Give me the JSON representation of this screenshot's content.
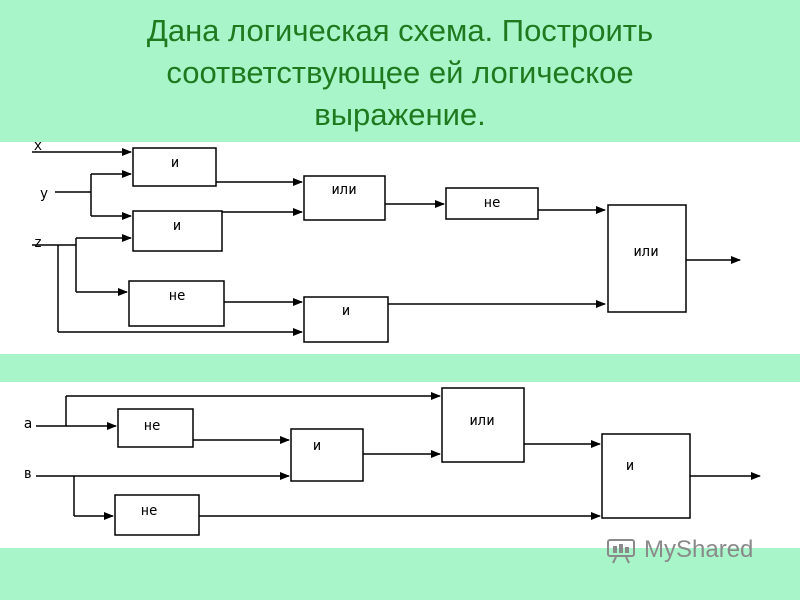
{
  "title": {
    "line1": "Дана логическая схема. Построить",
    "line2": "соответствующее ей логическое",
    "line3": "выражение."
  },
  "circuit1": {
    "inputs": {
      "x": "x",
      "y": "y",
      "z": "z"
    },
    "gates": {
      "and1": "и",
      "and2": "и",
      "not1": "не",
      "or1": "или",
      "not2": "не",
      "and3": "и",
      "or_final": "или"
    }
  },
  "circuit2": {
    "inputs": {
      "a": "а",
      "b": "в"
    },
    "gates": {
      "not_a": "не",
      "not_b": "не",
      "and1": "и",
      "or1": "или",
      "and_final": "и"
    }
  },
  "watermark": {
    "text": "MyShared",
    "icon": "myshared-logo-icon"
  },
  "colors": {
    "background": "#a8f5c9",
    "title": "#1f7a1f",
    "panel": "#ffffff"
  }
}
